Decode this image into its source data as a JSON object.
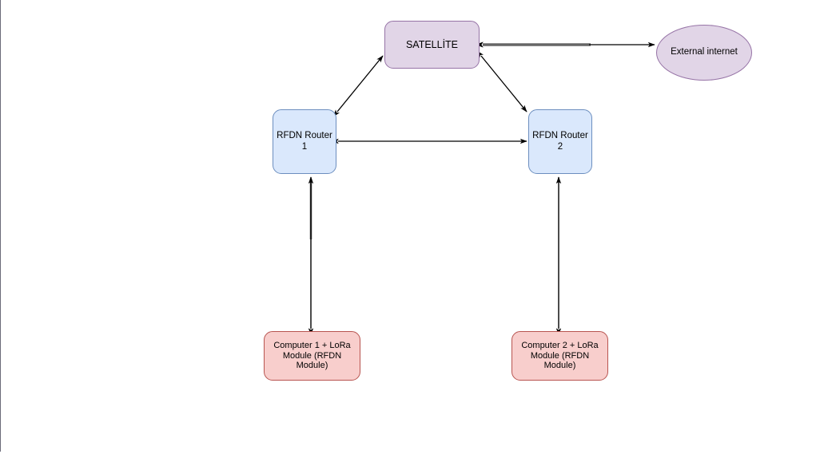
{
  "diagram": {
    "type": "network-topology",
    "title": "",
    "background_color": "#ffffff",
    "nodes": [
      {
        "id": "satellite",
        "label": "SATELLİTE",
        "shape": "rounded-rectangle",
        "fill": "#e1d5e7",
        "stroke": "#9673a6"
      },
      {
        "id": "external-internet",
        "label": "External internet",
        "shape": "ellipse",
        "fill": "#e1d5e7",
        "stroke": "#9673a6"
      },
      {
        "id": "router-1",
        "label": "RFDN Router\n1",
        "shape": "rounded-rectangle",
        "fill": "#dae8fc",
        "stroke": "#6c8ebf"
      },
      {
        "id": "router-2",
        "label": "RFDN Router\n2",
        "shape": "rounded-rectangle",
        "fill": "#dae8fc",
        "stroke": "#6c8ebf"
      },
      {
        "id": "computer-1",
        "label": "Computer 1 + LoRa\nModule (RFDN\nModule)",
        "shape": "rounded-rectangle",
        "fill": "#f8cecc",
        "stroke": "#b85450"
      },
      {
        "id": "computer-2",
        "label": "Computer 2 + LoRa\nModule (RFDN\nModule)",
        "shape": "rounded-rectangle",
        "fill": "#f8cecc",
        "stroke": "#b85450"
      }
    ],
    "edges": [
      {
        "id": "edge-router1-satellite",
        "from": "router-1",
        "to": "satellite",
        "arrow": "double",
        "style": "straight",
        "color": "#000000"
      },
      {
        "id": "edge-satellite-router2",
        "from": "satellite",
        "to": "router-2",
        "arrow": "double",
        "style": "straight",
        "color": "#000000"
      },
      {
        "id": "edge-satellite-external-internet",
        "from": "satellite",
        "to": "external-internet",
        "arrow": "double",
        "style": "straight",
        "color": "#666666"
      },
      {
        "id": "edge-router1-router2",
        "from": "router-1",
        "to": "router-2",
        "arrow": "double",
        "style": "straight",
        "color": "#000000"
      },
      {
        "id": "edge-computer1-router1",
        "from": "computer-1",
        "to": "router-1",
        "arrow": "double",
        "style": "straight",
        "color": "#000000"
      },
      {
        "id": "edge-computer2-router2",
        "from": "computer-2",
        "to": "router-2",
        "arrow": "double",
        "style": "straight",
        "color": "#000000"
      }
    ]
  }
}
